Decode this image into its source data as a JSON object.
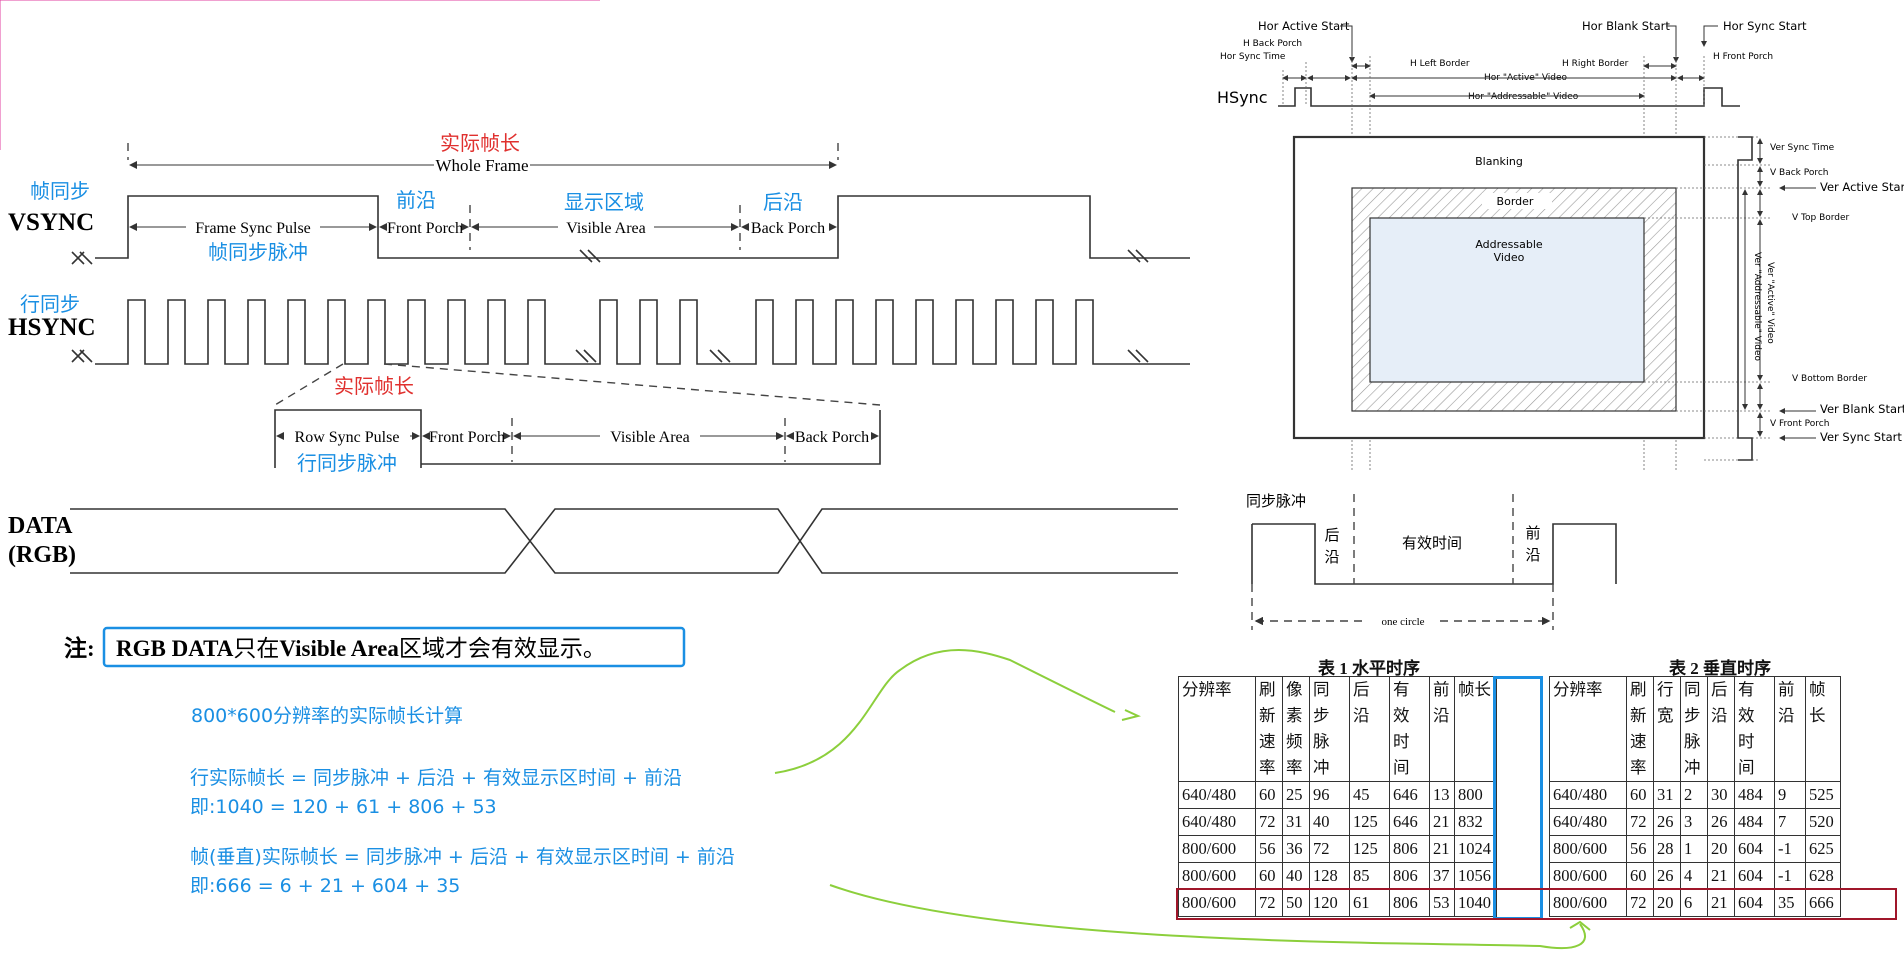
{
  "vsync": {
    "cn_name": "帧同步",
    "name": "VSYNC",
    "whole_frame_cn": "实际帧长",
    "whole_frame": "Whole Frame",
    "pulse": "Frame Sync Pulse",
    "pulse_cn": "帧同步脉冲",
    "front": "Front Porch",
    "front_cn": "前沿",
    "visible": "Visible Area",
    "visible_cn": "显示区域",
    "back": "Back Porch",
    "back_cn": "后沿"
  },
  "hsync": {
    "cn_name": "行同步",
    "name": "HSYNC",
    "detail_cn": "实际帧长",
    "pulse": "Row Sync Pulse",
    "pulse_cn": "行同步脉冲",
    "front": "Front Porch",
    "visible": "Visible Area",
    "back": "Back Porch"
  },
  "data_signal": {
    "line1": "DATA",
    "line2": "(RGB)"
  },
  "note_box": {
    "prefix": "注:",
    "part1": "RGB DATA",
    "part2": "只在",
    "part3": "Visible Area",
    "part4": "区域才会有效显示。"
  },
  "calc": {
    "title": "800*600分辨率的实际帧长计算",
    "h_formula": "行实际帧长 = 同步脉冲 + 后沿 + 有效显示区时间 + 前沿",
    "h_example": "即:1040 = 120 + 61 + 806 + 53",
    "v_formula": "帧(垂直)实际帧长 = 同步脉冲 + 后沿 + 有效显示区时间 + 前沿",
    "v_example": "即:666 = 6 + 21 + 604 + 35"
  },
  "timing_figure": {
    "hor_active_start": "Hor Active Start",
    "h_back_porch": "H Back Porch",
    "hor_sync_time": "Hor Sync Time",
    "h_left_border": "H Left Border",
    "hor_active_video": "Hor \"Active\" Video",
    "hor_addressable_video": "Hor \"Addressable\" Video",
    "hor_blank_start": "Hor Blank Start",
    "hor_sync_start": "Hor Sync Start",
    "h_right_border": "H Right Border",
    "h_front_porch": "H Front Porch",
    "hsync_label": "HSync",
    "blanking": "Blanking",
    "border": "Border",
    "addressable_line1": "Addressable",
    "addressable_line2": "Video",
    "ver_sync_time": "Ver Sync Time",
    "v_back_porch": "V Back Porch",
    "ver_active_start": "Ver Active Start",
    "v_top_border": "V Top Border",
    "ver_addressable_video": "Ver \"Addressable\" Video",
    "ver_active_video": "Ver \"Active\" Video",
    "v_bottom_border": "V Bottom Border",
    "ver_blank_start": "Ver Blank Start",
    "v_front_porch": "V Front Porch",
    "ver_sync_start": "Ver Sync Start"
  },
  "cycle_figure": {
    "sync_pulse": "同步脉冲",
    "back_line1": "后",
    "back_line2": "沿",
    "valid_time": "有效时间",
    "front_line1": "前",
    "front_line2": "沿",
    "one_circle": "one circle"
  },
  "table1": {
    "caption": "表 1  水平时序",
    "headers": [
      [
        "分辨率"
      ],
      [
        "刷",
        "新",
        "速",
        "率"
      ],
      [
        "像",
        "素",
        "频",
        "率"
      ],
      [
        "同",
        "步",
        "脉",
        "冲"
      ],
      [
        "后",
        "沿"
      ],
      [
        "有",
        "效",
        "时",
        "间"
      ],
      [
        "前",
        "沿"
      ],
      [
        "帧长"
      ]
    ],
    "rows": [
      [
        "640/480",
        "60",
        "25",
        "96",
        "45",
        "646",
        "13",
        "800"
      ],
      [
        "640/480",
        "72",
        "31",
        "40",
        "125",
        "646",
        "21",
        "832"
      ],
      [
        "800/600",
        "56",
        "36",
        "72",
        "125",
        "806",
        "21",
        "1024"
      ],
      [
        "800/600",
        "60",
        "40",
        "128",
        "85",
        "806",
        "37",
        "1056"
      ],
      [
        "800/600",
        "72",
        "50",
        "120",
        "61",
        "806",
        "53",
        "1040"
      ]
    ]
  },
  "table2": {
    "caption": "表 2  垂直时序",
    "headers": [
      [
        "分辨率"
      ],
      [
        "刷",
        "新",
        "速",
        "率"
      ],
      [
        "行",
        "宽"
      ],
      [
        "同",
        "步",
        "脉",
        "冲"
      ],
      [
        "后",
        "沿"
      ],
      [
        "有",
        "效",
        "时",
        "间"
      ],
      [
        "前",
        "沿"
      ],
      [
        "帧",
        "长"
      ]
    ],
    "rows": [
      [
        "640/480",
        "60",
        "31",
        "2",
        "30",
        "484",
        "9",
        "525"
      ],
      [
        "640/480",
        "72",
        "26",
        "3",
        "26",
        "484",
        "7",
        "520"
      ],
      [
        "800/600",
        "56",
        "28",
        "1",
        "20",
        "604",
        "-1",
        "625"
      ],
      [
        "800/600",
        "60",
        "26",
        "4",
        "21",
        "604",
        "-1",
        "628"
      ],
      [
        "800/600",
        "72",
        "20",
        "6",
        "21",
        "604",
        "35",
        "666"
      ]
    ]
  },
  "colors": {
    "annotation_blue": "#1a8fe3",
    "annotation_red": "#e0302e",
    "highlight_green": "#8ccf3c",
    "row_highlight": "#a0162a"
  }
}
